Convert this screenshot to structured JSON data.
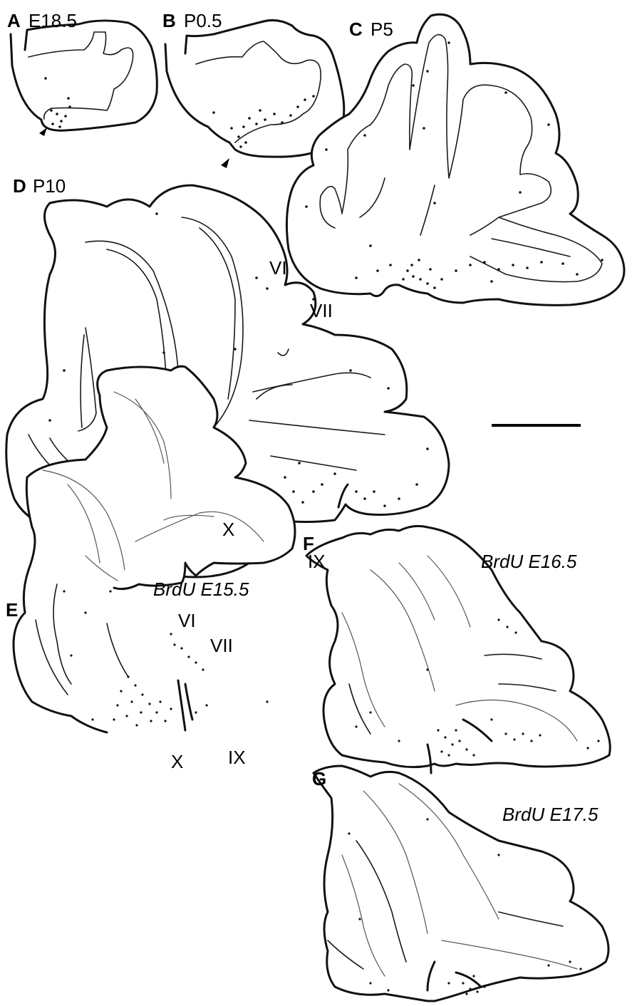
{
  "panels": [
    {
      "id": "A",
      "label": "A",
      "stage": "E18.5"
    },
    {
      "id": "B",
      "label": "B",
      "stage": "P0.5"
    },
    {
      "id": "C",
      "label": "C",
      "stage": "P5"
    },
    {
      "id": "D",
      "label": "D",
      "stage": "P10"
    },
    {
      "id": "E",
      "label": "E",
      "stage": "BrdU E15.5"
    },
    {
      "id": "F",
      "label": "F",
      "stage": "BrdU E16.5"
    },
    {
      "id": "G",
      "label": "G",
      "stage": "BrdU E17.5"
    }
  ],
  "lobules": {
    "D": [
      "VI",
      "VII",
      "X",
      "IX"
    ],
    "E": [
      "VI",
      "VII",
      "X",
      "IX"
    ]
  },
  "colors": {
    "line": "#111111",
    "background": "#ffffff"
  }
}
